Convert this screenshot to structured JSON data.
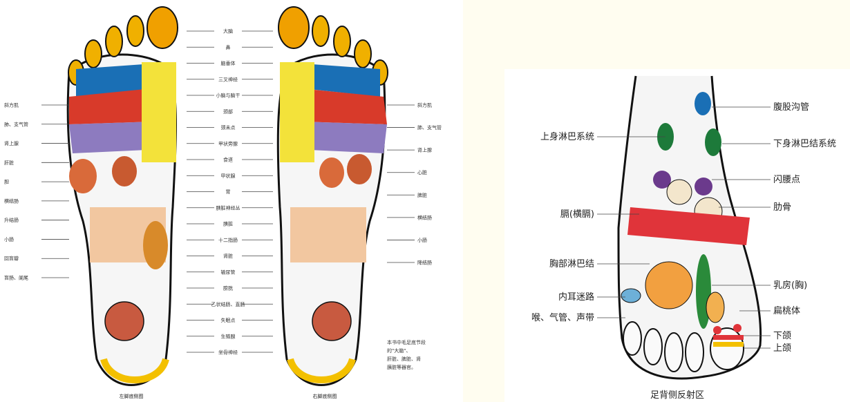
{
  "soles": {
    "toe_label": "",
    "center_labels": [
      "大脑",
      "鼻",
      "脑垂体",
      "三叉神经",
      "小脑与脑干",
      "颈部",
      "颈未点",
      "甲状旁腺",
      "食道",
      "甲状腺",
      "胃",
      "胰脏神经丛",
      "胰脏",
      "十二指肠",
      "肾脏",
      "输尿管",
      "膀胱",
      "乙状结肠、直肠",
      "失眠点",
      "生殖腺",
      "坐骨神经"
    ],
    "left_labels": [
      "斜方肌",
      "肺、支气管",
      "肾上腺",
      "肝脏",
      "胆",
      "横结肠",
      "升结肠",
      "小肠",
      "回盲瓣",
      "盲肠、阑尾"
    ],
    "right_labels": [
      "斜方肌",
      "肺、支气管",
      "肾上腺",
      "心脏",
      "脾脏",
      "横结肠",
      "小肠",
      "降结肠"
    ],
    "captions": [
      "左脚底侧图",
      "右脚底侧图"
    ],
    "note_lines": [
      "本书中毛足底节段",
      "的\"大脑\"、",
      "肝脏、脾脏、肾",
      "胰脏等器官。"
    ]
  },
  "dorsal": {
    "left_labels": [
      "上身淋巴系统",
      "膈(横膈)",
      "胸部淋巴结",
      "内耳迷路",
      "喉、气管、声带"
    ],
    "right_labels": [
      "腹股沟管",
      "下身淋巴结系统",
      "闪腰点",
      "肋骨",
      "乳房(胸)",
      "扁桃体",
      "下颌",
      "上颌"
    ],
    "caption": "足背侧反射区"
  }
}
